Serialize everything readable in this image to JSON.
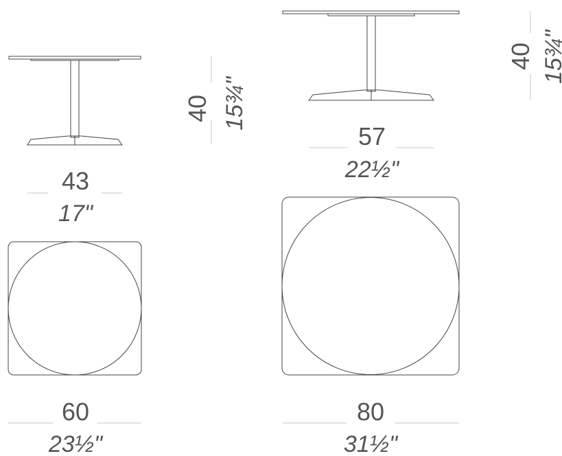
{
  "small_table": {
    "height": {
      "cm": "40",
      "in": "15¾\""
    },
    "base": {
      "cm": "43",
      "in": "17\""
    },
    "top": {
      "cm": "60",
      "in": "23½\""
    }
  },
  "large_table": {
    "height": {
      "cm": "40",
      "in": "15¾\""
    },
    "base": {
      "cm": "57",
      "in": "22½\""
    },
    "top": {
      "cm": "80",
      "in": "31½\""
    }
  }
}
